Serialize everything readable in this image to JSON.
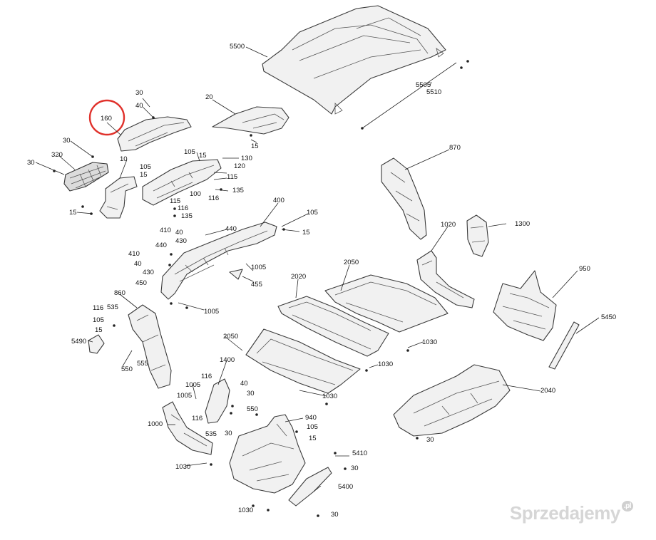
{
  "diagram": {
    "highlight_color": "#e0312b",
    "highlighted_label": "160",
    "callouts": [
      {
        "id": "c5500",
        "text": "5500"
      },
      {
        "id": "c5505",
        "text": "5505"
      },
      {
        "id": "c5510",
        "text": "5510"
      },
      {
        "id": "c30a",
        "text": "30"
      },
      {
        "id": "c40a",
        "text": "40"
      },
      {
        "id": "c160",
        "text": "160"
      },
      {
        "id": "c20",
        "text": "20"
      },
      {
        "id": "c15a",
        "text": "15"
      },
      {
        "id": "c30b",
        "text": "30"
      },
      {
        "id": "c320",
        "text": "320"
      },
      {
        "id": "c30c",
        "text": "30"
      },
      {
        "id": "c10",
        "text": "10"
      },
      {
        "id": "c105a",
        "text": "105"
      },
      {
        "id": "c15b",
        "text": "15"
      },
      {
        "id": "c105b",
        "text": "105"
      },
      {
        "id": "c15c",
        "text": "15"
      },
      {
        "id": "c130",
        "text": "130"
      },
      {
        "id": "c120",
        "text": "120"
      },
      {
        "id": "c115a",
        "text": "115"
      },
      {
        "id": "c100",
        "text": "100"
      },
      {
        "id": "c135a",
        "text": "135"
      },
      {
        "id": "c116a",
        "text": "116"
      },
      {
        "id": "c115b",
        "text": "115"
      },
      {
        "id": "c116b",
        "text": "116"
      },
      {
        "id": "c135b",
        "text": "135"
      },
      {
        "id": "c15d",
        "text": "15"
      },
      {
        "id": "c870",
        "text": "870"
      },
      {
        "id": "c400",
        "text": "400"
      },
      {
        "id": "c105c",
        "text": "105"
      },
      {
        "id": "c15e",
        "text": "15"
      },
      {
        "id": "c410a",
        "text": "410"
      },
      {
        "id": "c40b",
        "text": "40"
      },
      {
        "id": "c440a",
        "text": "440"
      },
      {
        "id": "c440b",
        "text": "440"
      },
      {
        "id": "c430a",
        "text": "430"
      },
      {
        "id": "c410b",
        "text": "410"
      },
      {
        "id": "c40c",
        "text": "40"
      },
      {
        "id": "c430b",
        "text": "430"
      },
      {
        "id": "c1005a",
        "text": "1005"
      },
      {
        "id": "c455",
        "text": "455"
      },
      {
        "id": "c450",
        "text": "450"
      },
      {
        "id": "c1005b",
        "text": "1005"
      },
      {
        "id": "c1020",
        "text": "1020"
      },
      {
        "id": "c1300",
        "text": "1300"
      },
      {
        "id": "c2050a",
        "text": "2050"
      },
      {
        "id": "c2020",
        "text": "2020"
      },
      {
        "id": "c950",
        "text": "950"
      },
      {
        "id": "c860",
        "text": "860"
      },
      {
        "id": "c116c",
        "text": "116"
      },
      {
        "id": "c535a",
        "text": "535"
      },
      {
        "id": "c105d",
        "text": "105"
      },
      {
        "id": "c15f",
        "text": "15"
      },
      {
        "id": "c5490",
        "text": "5490"
      },
      {
        "id": "c550a",
        "text": "550"
      },
      {
        "id": "c555",
        "text": "555"
      },
      {
        "id": "c5450",
        "text": "5450"
      },
      {
        "id": "c1030a",
        "text": "1030"
      },
      {
        "id": "c2050b",
        "text": "2050"
      },
      {
        "id": "c1030b",
        "text": "1030"
      },
      {
        "id": "c1400",
        "text": "1400"
      },
      {
        "id": "c116d",
        "text": "116"
      },
      {
        "id": "c1005c",
        "text": "1005"
      },
      {
        "id": "c1005d",
        "text": "1005"
      },
      {
        "id": "c40d",
        "text": "40"
      },
      {
        "id": "c30d",
        "text": "30"
      },
      {
        "id": "c2040",
        "text": "2040"
      },
      {
        "id": "c1030c",
        "text": "1030"
      },
      {
        "id": "c550b",
        "text": "550"
      },
      {
        "id": "c940",
        "text": "940"
      },
      {
        "id": "c105e",
        "text": "105"
      },
      {
        "id": "c15g",
        "text": "15"
      },
      {
        "id": "c1000",
        "text": "1000"
      },
      {
        "id": "c116e",
        "text": "116"
      },
      {
        "id": "c535b",
        "text": "535"
      },
      {
        "id": "c30e",
        "text": "30"
      },
      {
        "id": "c30f",
        "text": "30"
      },
      {
        "id": "c1030d",
        "text": "1030"
      },
      {
        "id": "c5410",
        "text": "5410"
      },
      {
        "id": "c30g",
        "text": "30"
      },
      {
        "id": "c5400",
        "text": "5400"
      },
      {
        "id": "c1030e",
        "text": "1030"
      },
      {
        "id": "c30h",
        "text": "30"
      }
    ]
  },
  "watermark": {
    "text": "Sprzedajemy",
    "suffix": ".pl"
  }
}
